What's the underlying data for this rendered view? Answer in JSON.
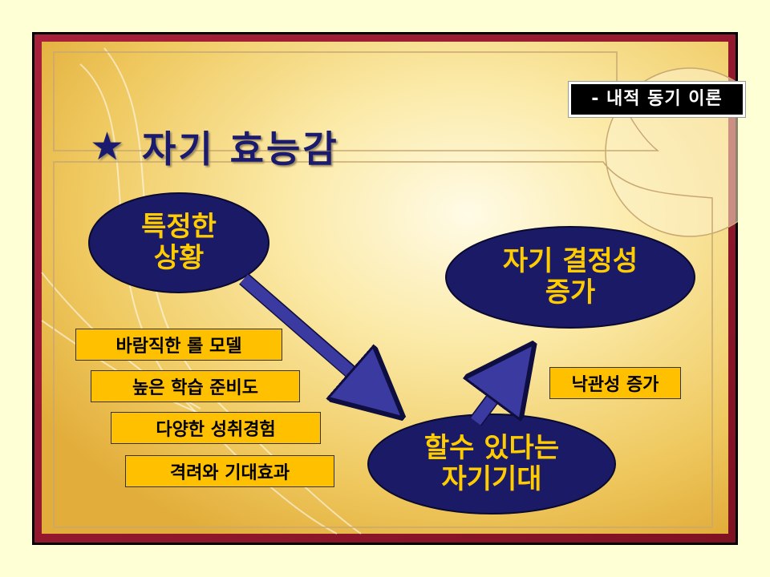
{
  "header": {
    "subtitle_tag": "- 내적 동기 이론",
    "title": "자기 효능감",
    "title_icon": "star-icon"
  },
  "nodes": {
    "situation": {
      "line1": "특정한",
      "line2": "상황"
    },
    "expectation": {
      "line1": "할수 있다는",
      "line2": "자기기대"
    },
    "self_determination": {
      "line1": "자기 결정성",
      "line2": "증가"
    }
  },
  "factors": [
    "바람직한 롤 모델",
    "높은 학습 준비도",
    "다양한 성취경험",
    "격려와 기대효과"
  ],
  "outcome_label": "낙관성 증가",
  "colors": {
    "page_bg": "#ffffd6",
    "frame": "#9b1a2a",
    "oval_fill": "#1a1a66",
    "oval_text": "#ffcc00",
    "label_fill": "#ffc000",
    "arrow": "#3a3aa0",
    "title": "#1a1a6e"
  }
}
